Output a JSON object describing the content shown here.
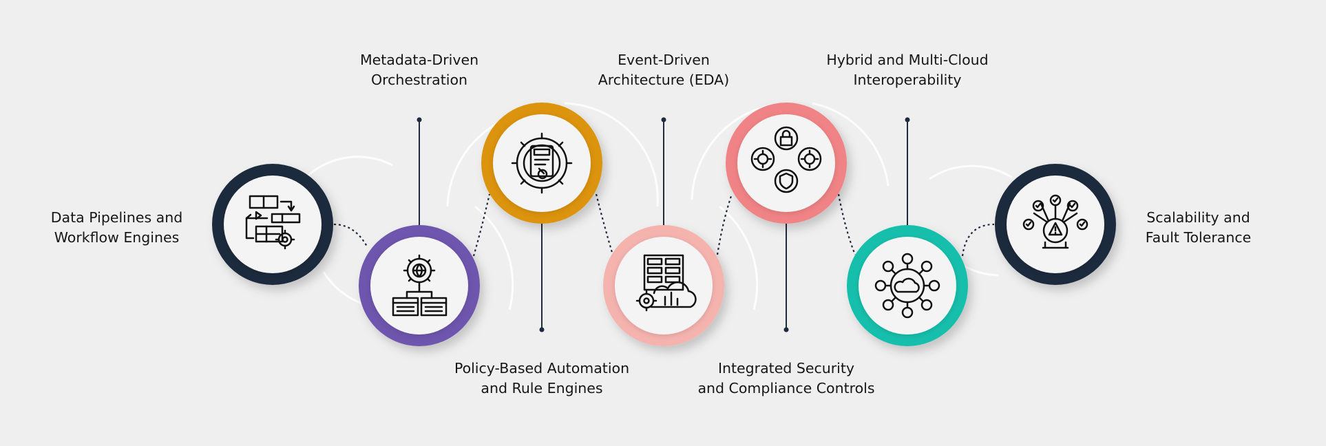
{
  "diagram": {
    "nodes": [
      {
        "id": "pipelines",
        "label_lines": [
          "Data Pipelines and",
          "Workflow Engines"
        ],
        "ring_color": "#1e2a3d",
        "icon": "workflow-pipeline-icon"
      },
      {
        "id": "metadata",
        "label_lines": [
          "Metadata-Driven",
          "Orchestration"
        ],
        "ring_color": "#6e54ad",
        "icon": "gear-network-icon"
      },
      {
        "id": "policy",
        "label_lines": [
          "Policy-Based Automation",
          "and Rule Engines"
        ],
        "ring_color": "#dc9310",
        "icon": "gear-rules-icon"
      },
      {
        "id": "eda",
        "label_lines": [
          "Event-Driven",
          "Architecture (EDA)"
        ],
        "ring_color": "#f5b3ae",
        "icon": "server-cloud-icon"
      },
      {
        "id": "security",
        "label_lines": [
          "Integrated Security",
          "and Compliance Controls"
        ],
        "ring_color": "#f08385",
        "icon": "lock-gears-shield-icon"
      },
      {
        "id": "hybrid",
        "label_lines": [
          "Hybrid and Multi-Cloud",
          "Interoperability"
        ],
        "ring_color": "#14bfac",
        "icon": "cloud-hub-icon"
      },
      {
        "id": "scalability",
        "label_lines": [
          "Scalability and",
          "Fault Tolerance"
        ],
        "ring_color": "#1e2a3d",
        "icon": "alert-network-icon"
      }
    ],
    "colors": {
      "background": "#efefef",
      "connector": "#1e2a3d",
      "icon_stroke": "#111111",
      "label": "#161616"
    }
  }
}
